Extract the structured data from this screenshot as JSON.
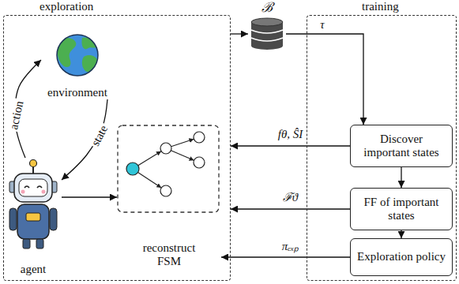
{
  "diagram": {
    "nodes": [
      {
        "text": [
          "exploration"
        ]
      },
      {
        "text": [
          "environment"
        ],
        "in": 0
      },
      {
        "text": [
          "agent"
        ],
        "in": 0
      },
      {
        "text": [
          "reconstruct FSM"
        ],
        "in": 0
      },
      {
        "text": [
          "ℬ"
        ]
      },
      {
        "text": [
          "training"
        ]
      },
      {
        "text": [
          "Discover important states"
        ],
        "in": 5
      },
      {
        "text": [
          "FF of important states"
        ],
        "in": 5
      },
      {
        "text": [
          "Exploration policy"
        ],
        "in": 5
      }
    ],
    "edges": [
      {
        "from": 2,
        "to": 1,
        "label": "action",
        "arrow": "to"
      },
      {
        "from": 1,
        "to": 2,
        "label": "state",
        "arrow": "to"
      },
      {
        "from": 2,
        "to": 3,
        "arrow": "to"
      },
      {
        "from": 0,
        "to": 4,
        "arrow": "to"
      },
      {
        "from": 4,
        "to": 6,
        "label": "τ",
        "arrow": "to"
      },
      {
        "from": 6,
        "to": 0,
        "label": "fθ, ŜI",
        "arrow": "to"
      },
      {
        "from": 7,
        "to": 0,
        "label": "ℱϑ",
        "arrow": "to"
      },
      {
        "from": 8,
        "to": 3,
        "label": "πₑₓₚ",
        "arrow": "to"
      },
      {
        "from": 6,
        "to": 7,
        "arrow": "to"
      },
      {
        "from": 7,
        "to": 8,
        "arrow": "to"
      }
    ]
  }
}
